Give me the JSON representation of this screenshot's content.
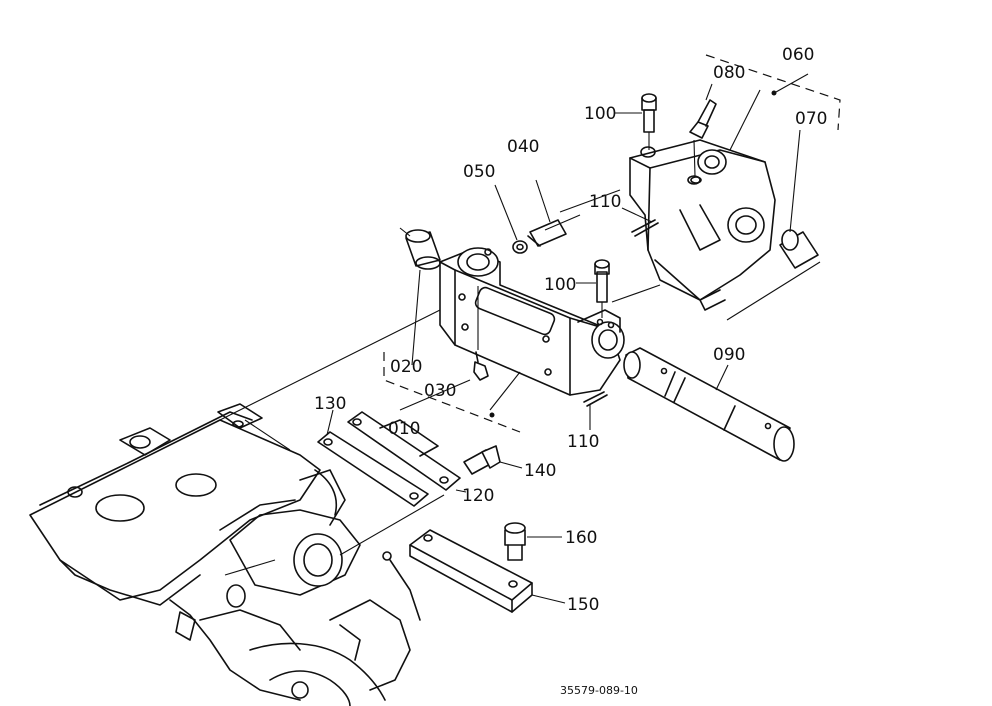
{
  "diagram": {
    "callouts": [
      {
        "id": "c010",
        "text": "010"
      },
      {
        "id": "c020",
        "text": "020"
      },
      {
        "id": "c030",
        "text": "030"
      },
      {
        "id": "c040",
        "text": "040"
      },
      {
        "id": "c050",
        "text": "050"
      },
      {
        "id": "c060",
        "text": "060"
      },
      {
        "id": "c070",
        "text": "070"
      },
      {
        "id": "c080",
        "text": "080"
      },
      {
        "id": "c090",
        "text": "090"
      },
      {
        "id": "c100a",
        "text": "100"
      },
      {
        "id": "c100b",
        "text": "100"
      },
      {
        "id": "c110a",
        "text": "110"
      },
      {
        "id": "c110b",
        "text": "110"
      },
      {
        "id": "c120",
        "text": "120"
      },
      {
        "id": "c130",
        "text": "130"
      },
      {
        "id": "c140",
        "text": "140"
      },
      {
        "id": "c150",
        "text": "150"
      },
      {
        "id": "c160",
        "text": "160"
      }
    ],
    "reference_number": "35579-089-10"
  }
}
